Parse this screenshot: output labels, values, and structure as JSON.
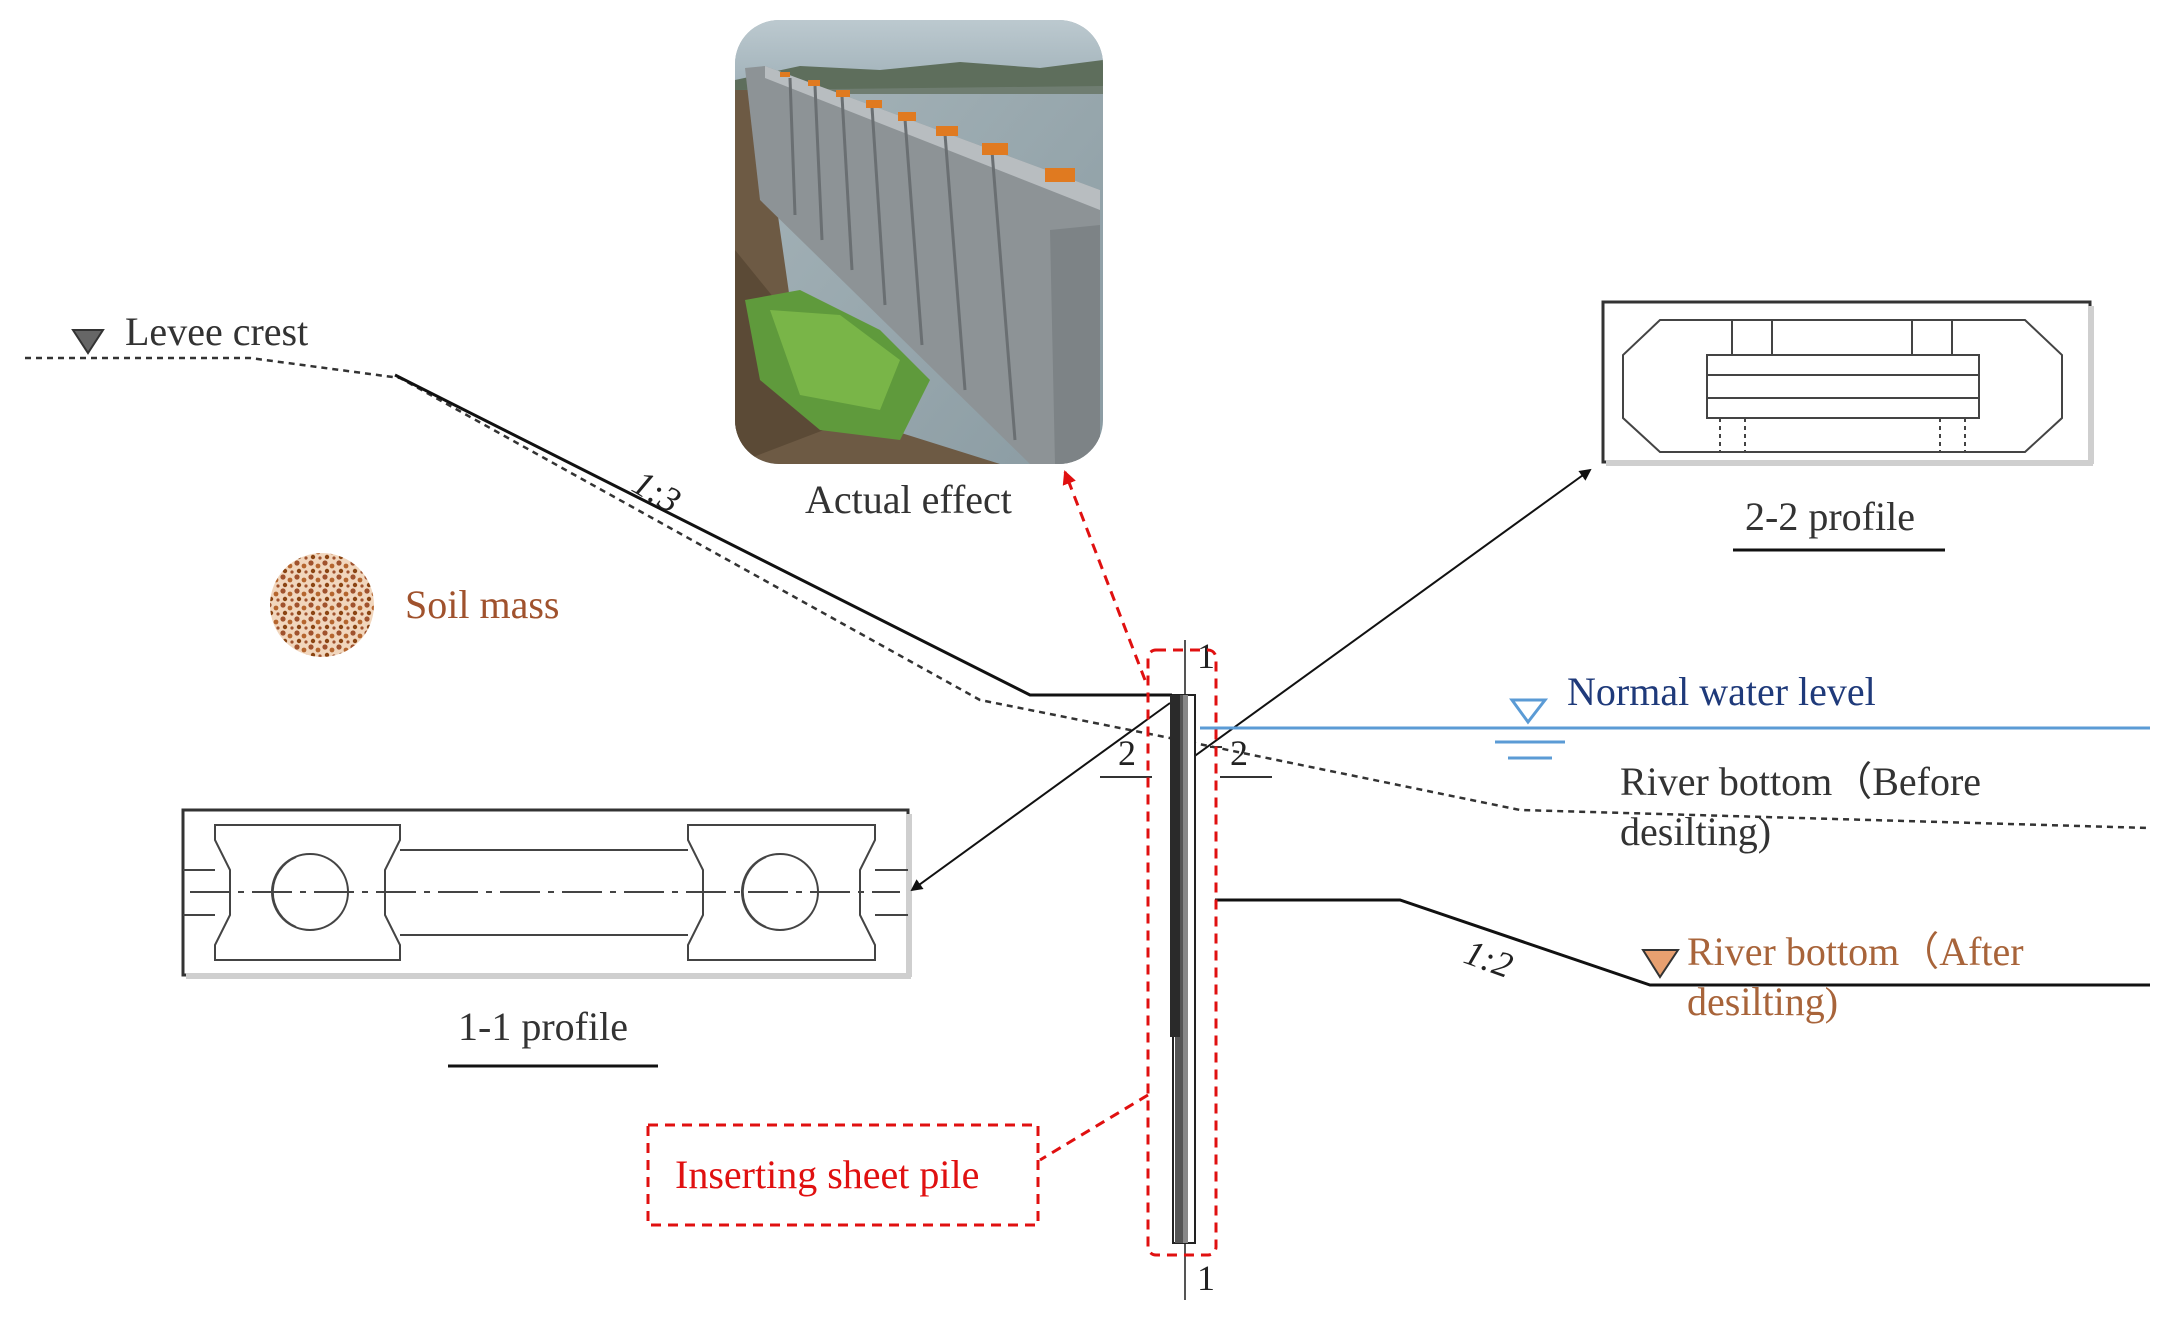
{
  "labels": {
    "levee_crest": "Levee crest",
    "slope_upper": "1:3",
    "soil_mass": "Soil mass",
    "actual_effect": "Actual effect",
    "profile_2_2": "2-2 profile",
    "normal_water_level": "Normal water level",
    "river_bottom_before_1": "River bottom（Before",
    "river_bottom_before_2": "desilting)",
    "profile_1_1": "1-1 profile",
    "slope_lower": "1:2",
    "river_bottom_after_1": "River bottom（After",
    "river_bottom_after_2": "desilting)",
    "inserting_sheet_pile": "Inserting sheet pile",
    "section_1_top": "1",
    "section_1_bottom": "1",
    "section_2_left": "2",
    "section_2_right": "2"
  },
  "colors": {
    "soil": "#a0522d",
    "water_line": "#5b9bd5",
    "water_text": "#1f3a7a",
    "after_marker": "#e8a070",
    "highlight": "#e01010"
  }
}
